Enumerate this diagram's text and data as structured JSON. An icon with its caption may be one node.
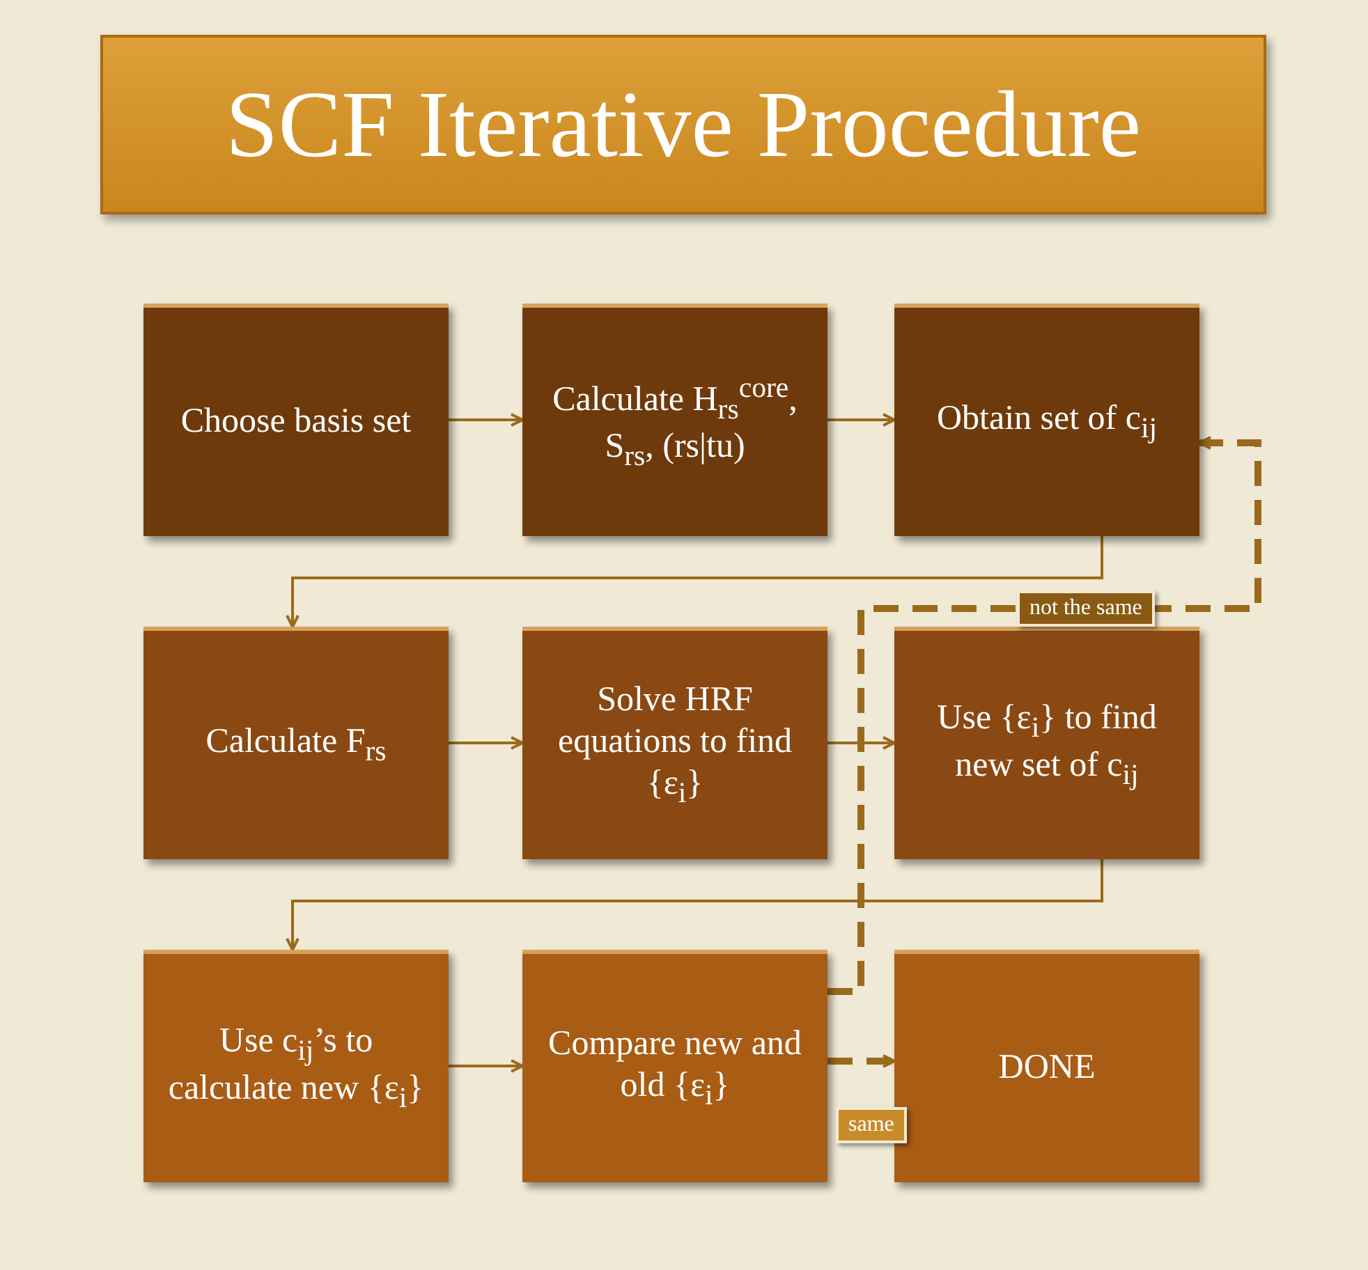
{
  "diagram": {
    "title": "SCF Iterative Procedure",
    "nodes": [
      {
        "text": [
          "Choose basis set"
        ]
      },
      {
        "text": [
          "Calculate H$_{rs}$$^{core}$, S$_{rs}$, (rs|tu)"
        ]
      },
      {
        "text": [
          "Obtain set of c$_{ij}$"
        ]
      },
      {
        "text": [
          "Calculate F$_{rs}$"
        ]
      },
      {
        "text": [
          "Solve HRF equations to find {ε$_{i}$}"
        ]
      },
      {
        "text": [
          "Use {ε$_{i}$} to find new set of c$_{ij}$"
        ]
      },
      {
        "text": [
          "Use c$_{ij}$’s to calculate new {ε$_{i}$}"
        ]
      },
      {
        "text": [
          "Compare new and old {ε$_{i}$}"
        ]
      },
      {
        "text": [
          "DONE"
        ]
      }
    ],
    "edges": [
      {
        "from": 0,
        "to": 1,
        "arrow": "to"
      },
      {
        "from": 1,
        "to": 2,
        "arrow": "to"
      },
      {
        "from": 2,
        "to": 3,
        "arrow": "to"
      },
      {
        "from": 3,
        "to": 4,
        "arrow": "to"
      },
      {
        "from": 4,
        "to": 5,
        "arrow": "to"
      },
      {
        "from": 5,
        "to": 6,
        "arrow": "to"
      },
      {
        "from": 6,
        "to": 7,
        "arrow": "to"
      },
      {
        "from": 7,
        "to": 2,
        "arrow": "to",
        "style": "dashed",
        "label": "not the same"
      },
      {
        "from": 7,
        "to": 8,
        "arrow": "to",
        "style": "dashed",
        "label": "same"
      }
    ]
  }
}
